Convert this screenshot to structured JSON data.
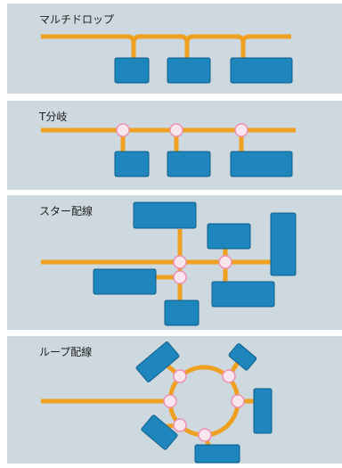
{
  "panels": [
    {
      "id": "multidrop",
      "title": "マルチドロップ"
    },
    {
      "id": "t-branch",
      "title": "T分岐"
    },
    {
      "id": "star",
      "title": "スター配線"
    },
    {
      "id": "loop",
      "title": "ループ配線"
    }
  ],
  "colors": {
    "panel_background": "#cdd9df",
    "wire": "#f0a020",
    "device": "#1f86bd",
    "device_border": "#0f5f8c",
    "junction_fill": "#f8e6ee",
    "junction_border": "#ee8fb3"
  }
}
